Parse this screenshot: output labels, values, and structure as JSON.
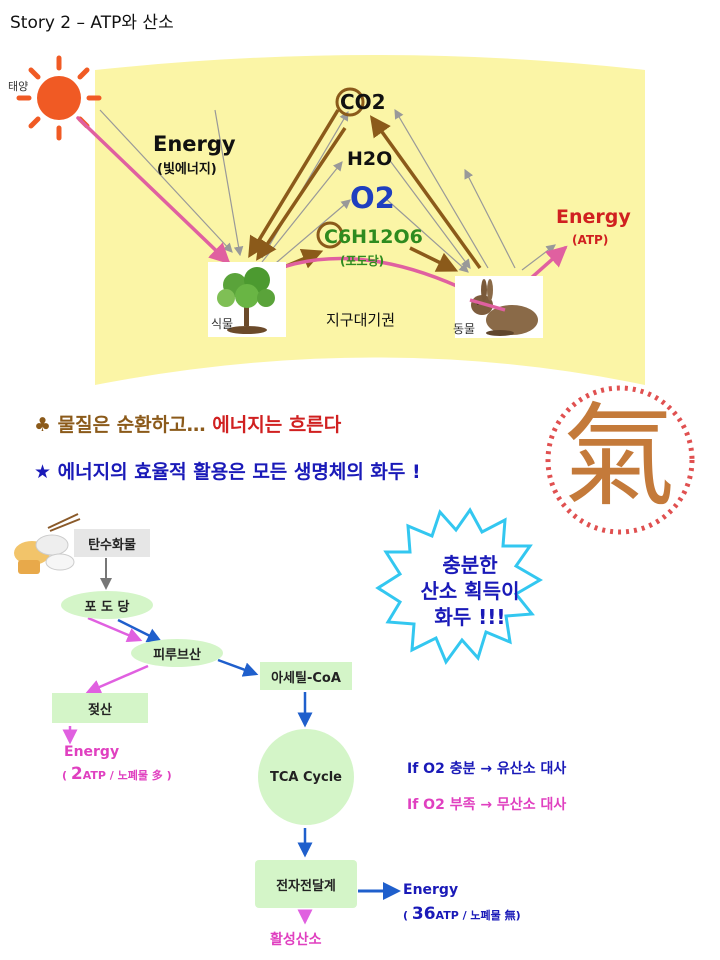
{
  "title": "Story 2 – ATP와 산소",
  "top_diagram": {
    "sun_label": "태양",
    "energy_light": "Energy",
    "energy_light_sub": "(빛에너지)",
    "co2": "CO2",
    "h2o": "H2O",
    "o2": "O2",
    "glucose": "C6H12O6",
    "glucose_sub": "(포도당)",
    "energy_atp": "Energy",
    "energy_atp_sub": "(ATP)",
    "plant_label": "식물",
    "atmosphere_label": "지구대기권",
    "animal_label": "동물"
  },
  "statements": {
    "line1_prefix": "물질은 순환하고… ",
    "line1_red": "에너지는 흐른다",
    "line2": "에너지의 효율적 활용은 모든 생명체의 화두 !"
  },
  "qi_char": "氣",
  "flow": {
    "carbs": "탄수화물",
    "glucose": "포 도 당",
    "pyruvate": "피루브산",
    "acetyl": "아세틸-CoA",
    "lactate": "젖산",
    "lactate_energy": "Energy",
    "lactate_energy_sub_num": "2",
    "lactate_energy_sub_rest": "ATP / 노폐물 多 )",
    "tca": "TCA Cycle",
    "etc": "전자전달계",
    "etc_energy": "Energy",
    "etc_energy_sub_num": "36",
    "etc_energy_sub_rest": "ATP / 노폐물 無)",
    "ros": "활성산소"
  },
  "burst": {
    "line1": "충분한",
    "line2": "산소 획득이",
    "line3": "화두 !!!"
  },
  "conditions": {
    "c1": "If  O2 충분  → 유산소 대사",
    "c2": "If  O2 부족  → 무산소 대사"
  }
}
